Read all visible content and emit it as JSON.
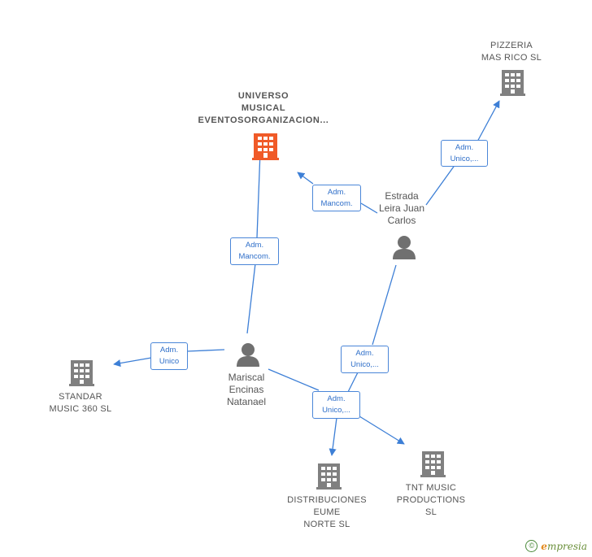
{
  "colors": {
    "edge": "#3d7fd6",
    "main_company_icon": "#f05a28",
    "company_icon": "#808080",
    "person_icon": "#707070",
    "text": "#555555"
  },
  "nodes": {
    "universo": {
      "label": "UNIVERSO\nMUSICAL\nEVENTOSORGANIZACION...",
      "icon": "building-icon"
    },
    "pizzeria": {
      "label": "PIZZERIA\nMAS RICO SL",
      "icon": "building-icon"
    },
    "estrada": {
      "label": "Estrada\nLeira Juan\nCarlos",
      "icon": "person-icon"
    },
    "mariscal": {
      "label": "Mariscal\nEncinas\nNatanael",
      "icon": "person-icon"
    },
    "standar": {
      "label": "STANDAR\nMUSIC 360  SL",
      "icon": "building-icon"
    },
    "distribuciones": {
      "label": "DISTRIBUCIONES\nEUME\nNORTE  SL",
      "icon": "building-icon"
    },
    "tnt": {
      "label": "TNT MUSIC\nPRODUCTIONS\nSL",
      "icon": "building-icon"
    }
  },
  "edges": {
    "estrada_pizzeria": "Adm.\nUnico,...",
    "estrada_universo": "Adm.\nMancom.",
    "mariscal_universo": "Adm.\nMancom.",
    "mariscal_standar": "Adm.\nUnico",
    "estrada_distribuciones": "Adm.\nUnico,...",
    "mariscal_tnt": "Adm.\nUnico,..."
  },
  "footer": {
    "copyright": "©",
    "brand_initial": "e",
    "brand_rest": "mpresia"
  }
}
